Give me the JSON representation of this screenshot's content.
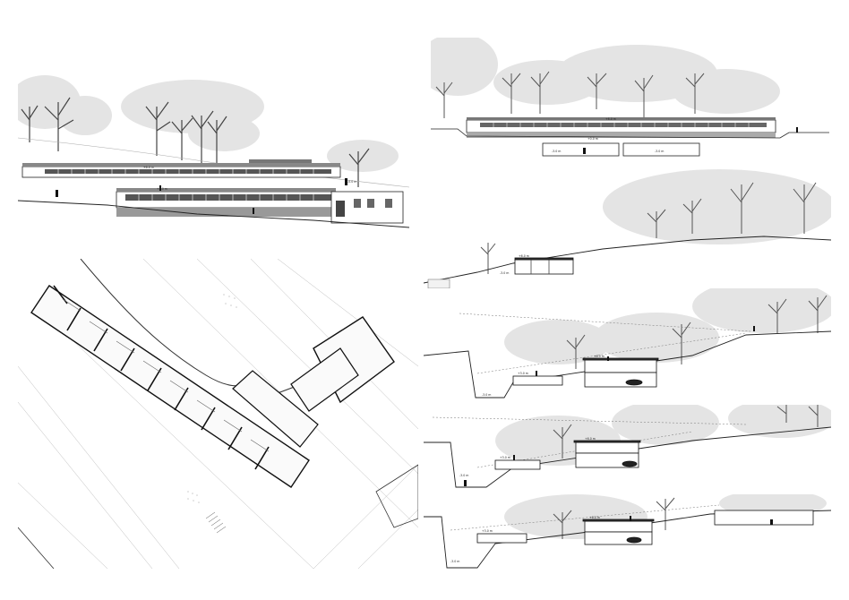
{
  "sheet": {
    "background": "#ffffff",
    "ink": "#1a1a1a",
    "tree_wash": "#e6e6e6",
    "plan_line": "#555555"
  },
  "panels": [
    {
      "id": "front-elevation",
      "kind": "elevation"
    },
    {
      "id": "site-plan",
      "kind": "plan"
    },
    {
      "id": "long-elevation",
      "kind": "elevation"
    },
    {
      "id": "section-1",
      "kind": "section"
    },
    {
      "id": "section-2",
      "kind": "section"
    },
    {
      "id": "section-3",
      "kind": "section"
    },
    {
      "id": "section-4",
      "kind": "section"
    }
  ],
  "labels": {
    "elev_main_roof": "+6.0 m",
    "elev_main_mid": "+3.0 m",
    "elev_main_side": "-0.0 m",
    "elev_top_roof": "+6.0 m",
    "elev_top_mid": "+0.0 m",
    "elev_top_low_a": "-3.0 m",
    "elev_top_low_b": "-3.0 m",
    "sect1_roof": "+6.0 m",
    "sect1_floor": "-3.0 m",
    "sect2_roof": "+6.0 m",
    "sect2_mid": "+3.0 m",
    "sect2_low": "-3.0 m",
    "sect3_roof": "+6.0 m",
    "sect3_mid": "+3.0 m",
    "sect3_low": "-3.0 m",
    "sect4_roof": "+6.0 m",
    "sect4_mid": "+3.0 m",
    "sect4_low": "-3.0 m"
  }
}
